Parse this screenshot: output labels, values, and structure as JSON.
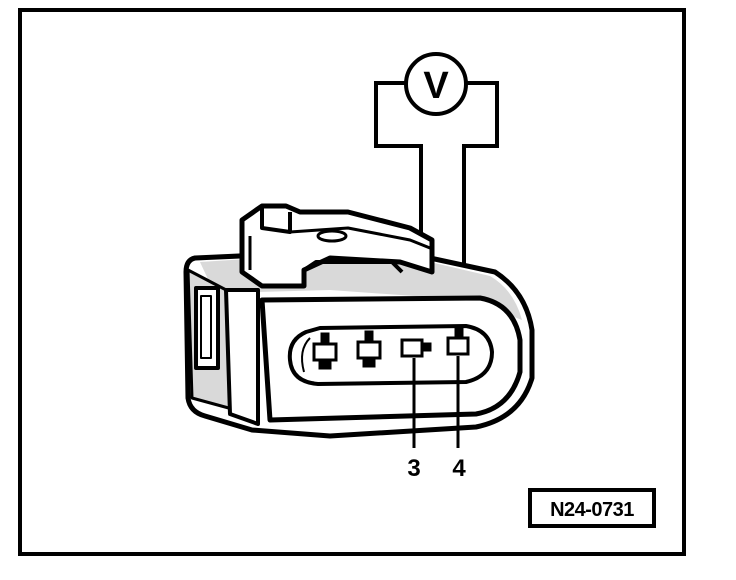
{
  "meter": {
    "symbol": "V"
  },
  "pin_labels": {
    "left": "3",
    "right": "4"
  },
  "reference_code": "N24-0731",
  "colors": {
    "ink": "#000000",
    "background": "#ffffff",
    "shading": "#d9d9d9"
  }
}
